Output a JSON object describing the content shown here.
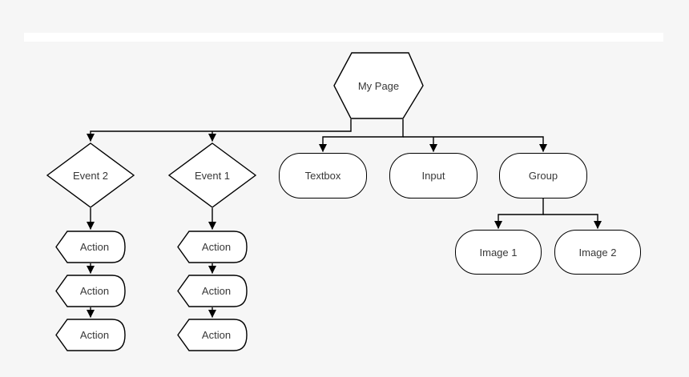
{
  "page": {
    "background_color": "#f6f6f6",
    "band_color": "#ffffff",
    "stroke_color": "#000000",
    "node_fill_color": "#ffffff",
    "text_color": "#383838"
  },
  "diagram": {
    "title_node": {
      "label": "My Page",
      "shape": "hexagon"
    },
    "branches": {
      "events": [
        {
          "label": "Event 2",
          "shape": "diamond",
          "actions": [
            "Action",
            "Action",
            "Action"
          ]
        },
        {
          "label": "Event 1",
          "shape": "diamond",
          "actions": [
            "Action",
            "Action",
            "Action"
          ]
        }
      ],
      "widgets": [
        {
          "label": "Textbox",
          "shape": "rounded"
        },
        {
          "label": "Input",
          "shape": "rounded"
        },
        {
          "label": "Group",
          "shape": "rounded",
          "children": [
            {
              "label": "Image 1",
              "shape": "rounded"
            },
            {
              "label": "Image 2",
              "shape": "rounded"
            }
          ]
        }
      ]
    }
  }
}
